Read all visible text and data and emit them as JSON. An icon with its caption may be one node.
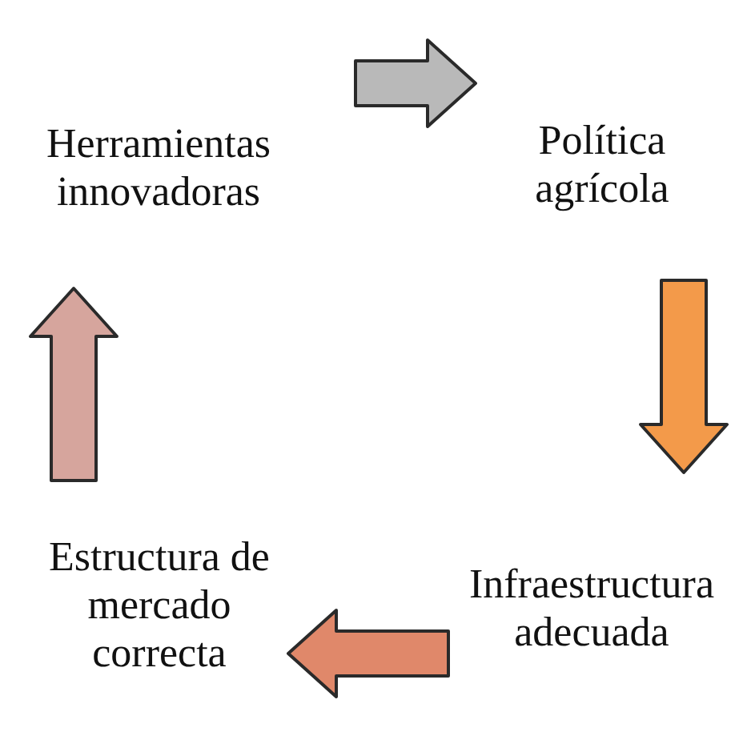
{
  "diagram": {
    "nodes": [
      {
        "text": [
          "Herramientas innovadoras"
        ]
      },
      {
        "text": [
          "Política agrícola"
        ]
      },
      {
        "text": [
          "Infraestructura adecuada"
        ]
      },
      {
        "text": [
          "Estructura de mercado correcta"
        ]
      }
    ],
    "edges": [
      {
        "from": 0,
        "to": 1,
        "arrow": "to",
        "color": "#b9b9b9"
      },
      {
        "from": 1,
        "to": 2,
        "arrow": "to",
        "color": "#f39a4a"
      },
      {
        "from": 2,
        "to": 3,
        "arrow": "to",
        "color": "#e0886a"
      },
      {
        "from": 3,
        "to": 0,
        "arrow": "to",
        "color": "#d6a59d"
      }
    ]
  }
}
